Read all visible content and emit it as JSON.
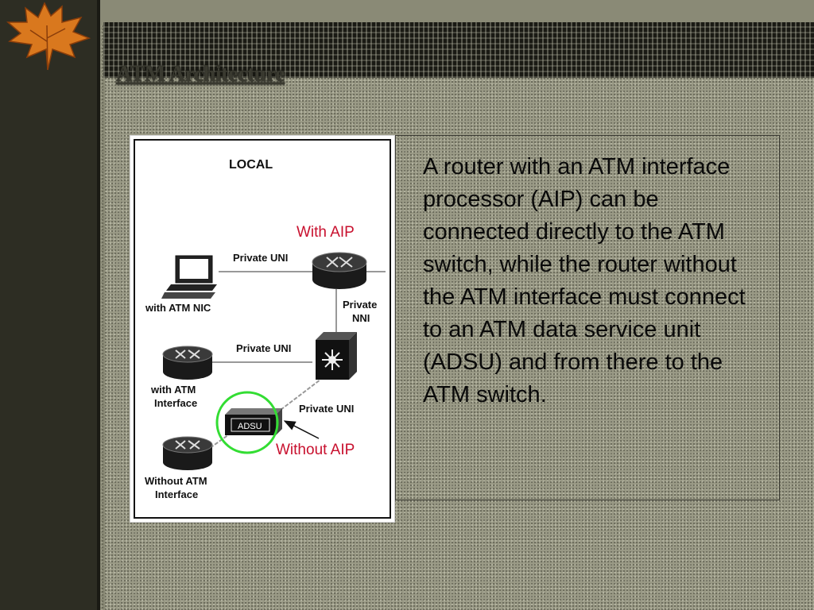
{
  "slide": {
    "title": "ATM Architecture",
    "body": "A router with an ATM interface processor (AIP) can be connected directly to the ATM switch, while the router without the ATM interface must connect to an ATM data service unit (ADSU) and from there to the ATM switch."
  },
  "diagram": {
    "heading": "LOCAL",
    "link_labels": {
      "top": "Private UNI",
      "middle": "Private UNI",
      "lower": "Private UNI",
      "nni_line1": "Private",
      "nni_line2": "NNI"
    },
    "device_labels": {
      "pc": "with ATM NIC",
      "router_aip_line1": "with ATM",
      "router_aip_line2": "Interface",
      "adsu": "ADSU",
      "router_plain_line1": "Without ATM",
      "router_plain_line2": "Interface"
    },
    "annotations": {
      "with_aip": "With AIP",
      "without_aip": "Without AIP"
    }
  },
  "colors": {
    "annotation_red": "#c8102e",
    "highlight_green": "#33dd33"
  }
}
